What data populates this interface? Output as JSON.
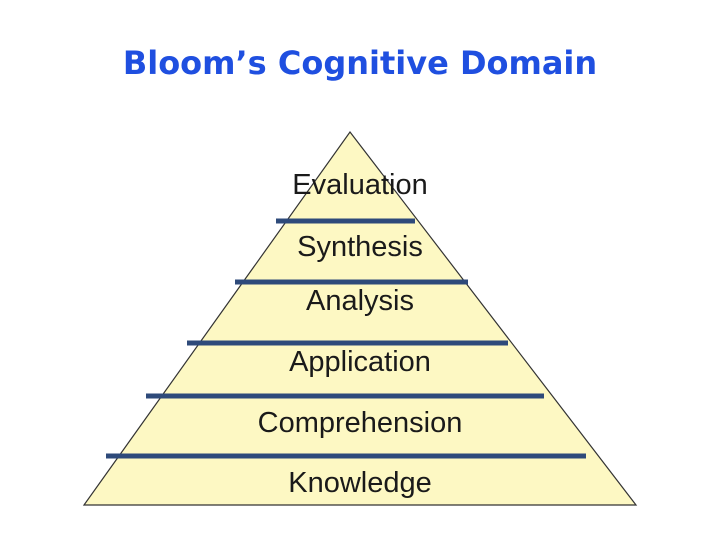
{
  "title": "Bloom’s Cognitive Domain",
  "colors": {
    "title": "#1f4fe0",
    "pyramid_fill": "#fdf8c3",
    "pyramid_outline": "#333333",
    "divider": "#2e4a7a",
    "label": "#1a1a1a"
  },
  "levels": [
    {
      "label": "Evaluation"
    },
    {
      "label": "Synthesis"
    },
    {
      "label": "Analysis"
    },
    {
      "label": "Application"
    },
    {
      "label": "Comprehension"
    },
    {
      "label": "Knowledge"
    }
  ]
}
